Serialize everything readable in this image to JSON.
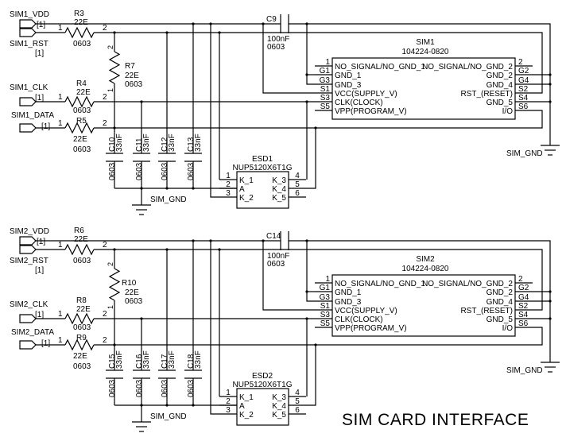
{
  "title": "SIM CARD INTERFACE",
  "blocks": [
    {
      "ports": {
        "vdd": "SIM1_VDD",
        "rst": "SIM1_RST",
        "clk": "SIM1_CLK",
        "data": "SIM1_DATA",
        "sheet_ref": "[1]"
      },
      "resistor_pins": [
        "1",
        "2"
      ],
      "resistors": {
        "rst": {
          "ref": "R3",
          "value": "22E",
          "package": "0603"
        },
        "clk": {
          "ref": "R4",
          "value": "22E",
          "package": "0603"
        },
        "data": {
          "ref": "R5",
          "value": "22E",
          "package": "0603"
        },
        "pullup": {
          "ref": "R7",
          "value": "22E",
          "package": "0603"
        }
      },
      "caps": [
        {
          "ref": "C10",
          "value": "33nF",
          "package": "0603"
        },
        {
          "ref": "C11",
          "value": "33nF",
          "package": "0603"
        },
        {
          "ref": "C12",
          "value": "33nF",
          "package": "0603"
        },
        {
          "ref": "C13",
          "value": "33nF",
          "package": "0603"
        }
      ],
      "bypass_cap": {
        "ref": "C9",
        "value": "100nF",
        "package": "0603"
      },
      "connector": {
        "ref": "SIM1",
        "part": "104224-0820",
        "left_pins": [
          {
            "num": "1",
            "name": "NO_SIGNAL/NO_GND_1"
          },
          {
            "num": "G1",
            "name": "GND_1"
          },
          {
            "num": "G3",
            "name": "GND_3"
          },
          {
            "num": "S1",
            "name": "VCC(SUPPLY_V)"
          },
          {
            "num": "S3",
            "name": "CLK(CLOCK)"
          },
          {
            "num": "S5",
            "name": "VPP(PROGRAM_V)"
          }
        ],
        "right_pins": [
          {
            "num": "2",
            "name": "NO_SIGNAL/NO_GND_2"
          },
          {
            "num": "G2",
            "name": "GND_2"
          },
          {
            "num": "G4",
            "name": "GND_4"
          },
          {
            "num": "S2",
            "name": "RST_(RESET)"
          },
          {
            "num": "S4",
            "name": "GND_5"
          },
          {
            "num": "S6",
            "name": "I/O"
          }
        ]
      },
      "esd": {
        "ref": "ESD1",
        "part": "NUP5120X6T1G",
        "left_pins": [
          {
            "num": "1",
            "name": "K_1"
          },
          {
            "num": "2",
            "name": "A"
          },
          {
            "num": "3",
            "name": "K_2"
          }
        ],
        "right_pins": [
          {
            "num": "4",
            "name": "K_3"
          },
          {
            "num": "5",
            "name": "K_4"
          },
          {
            "num": "6",
            "name": "K_5"
          }
        ]
      },
      "gnd_label": "SIM_GND"
    },
    {
      "ports": {
        "vdd": "SIM2_VDD",
        "rst": "SIM2_RST",
        "clk": "SIM2_CLK",
        "data": "SIM2_DATA",
        "sheet_ref": "[1]"
      },
      "resistor_pins": [
        "1",
        "2"
      ],
      "resistors": {
        "rst": {
          "ref": "R6",
          "value": "22E",
          "package": "0603"
        },
        "clk": {
          "ref": "R8",
          "value": "22E",
          "package": "0603"
        },
        "data": {
          "ref": "R9",
          "value": "22E",
          "package": "0603"
        },
        "pullup": {
          "ref": "R10",
          "value": "22E",
          "package": "0603"
        }
      },
      "caps": [
        {
          "ref": "C15",
          "value": "33nF",
          "package": "0603"
        },
        {
          "ref": "C16",
          "value": "33nF",
          "package": "0603"
        },
        {
          "ref": "C17",
          "value": "33nF",
          "package": "0603"
        },
        {
          "ref": "C18",
          "value": "33nF",
          "package": "0603"
        }
      ],
      "bypass_cap": {
        "ref": "C14",
        "value": "100nF",
        "package": "0603"
      },
      "connector": {
        "ref": "SIM2",
        "part": "104224-0820",
        "left_pins": [
          {
            "num": "1",
            "name": "NO_SIGNAL/NO_GND_1"
          },
          {
            "num": "G1",
            "name": "GND_1"
          },
          {
            "num": "G3",
            "name": "GND_3"
          },
          {
            "num": "S1",
            "name": "VCC(SUPPLY_V)"
          },
          {
            "num": "S3",
            "name": "CLK(CLOCK)"
          },
          {
            "num": "S5",
            "name": "VPP(PROGRAM_V)"
          }
        ],
        "right_pins": [
          {
            "num": "2",
            "name": "NO_SIGNAL/NO_GND_2"
          },
          {
            "num": "G2",
            "name": "GND_2"
          },
          {
            "num": "G4",
            "name": "GND_4"
          },
          {
            "num": "S2",
            "name": "RST_(RESET)"
          },
          {
            "num": "S4",
            "name": "GND_5"
          },
          {
            "num": "S6",
            "name": "I/O"
          }
        ]
      },
      "esd": {
        "ref": "ESD2",
        "part": "NUP5120X6T1G",
        "left_pins": [
          {
            "num": "1",
            "name": "K_1"
          },
          {
            "num": "2",
            "name": "A"
          },
          {
            "num": "3",
            "name": "K_2"
          }
        ],
        "right_pins": [
          {
            "num": "4",
            "name": "K_3"
          },
          {
            "num": "5",
            "name": "K_4"
          },
          {
            "num": "6",
            "name": "K_5"
          }
        ]
      },
      "gnd_label": "SIM_GND"
    }
  ]
}
